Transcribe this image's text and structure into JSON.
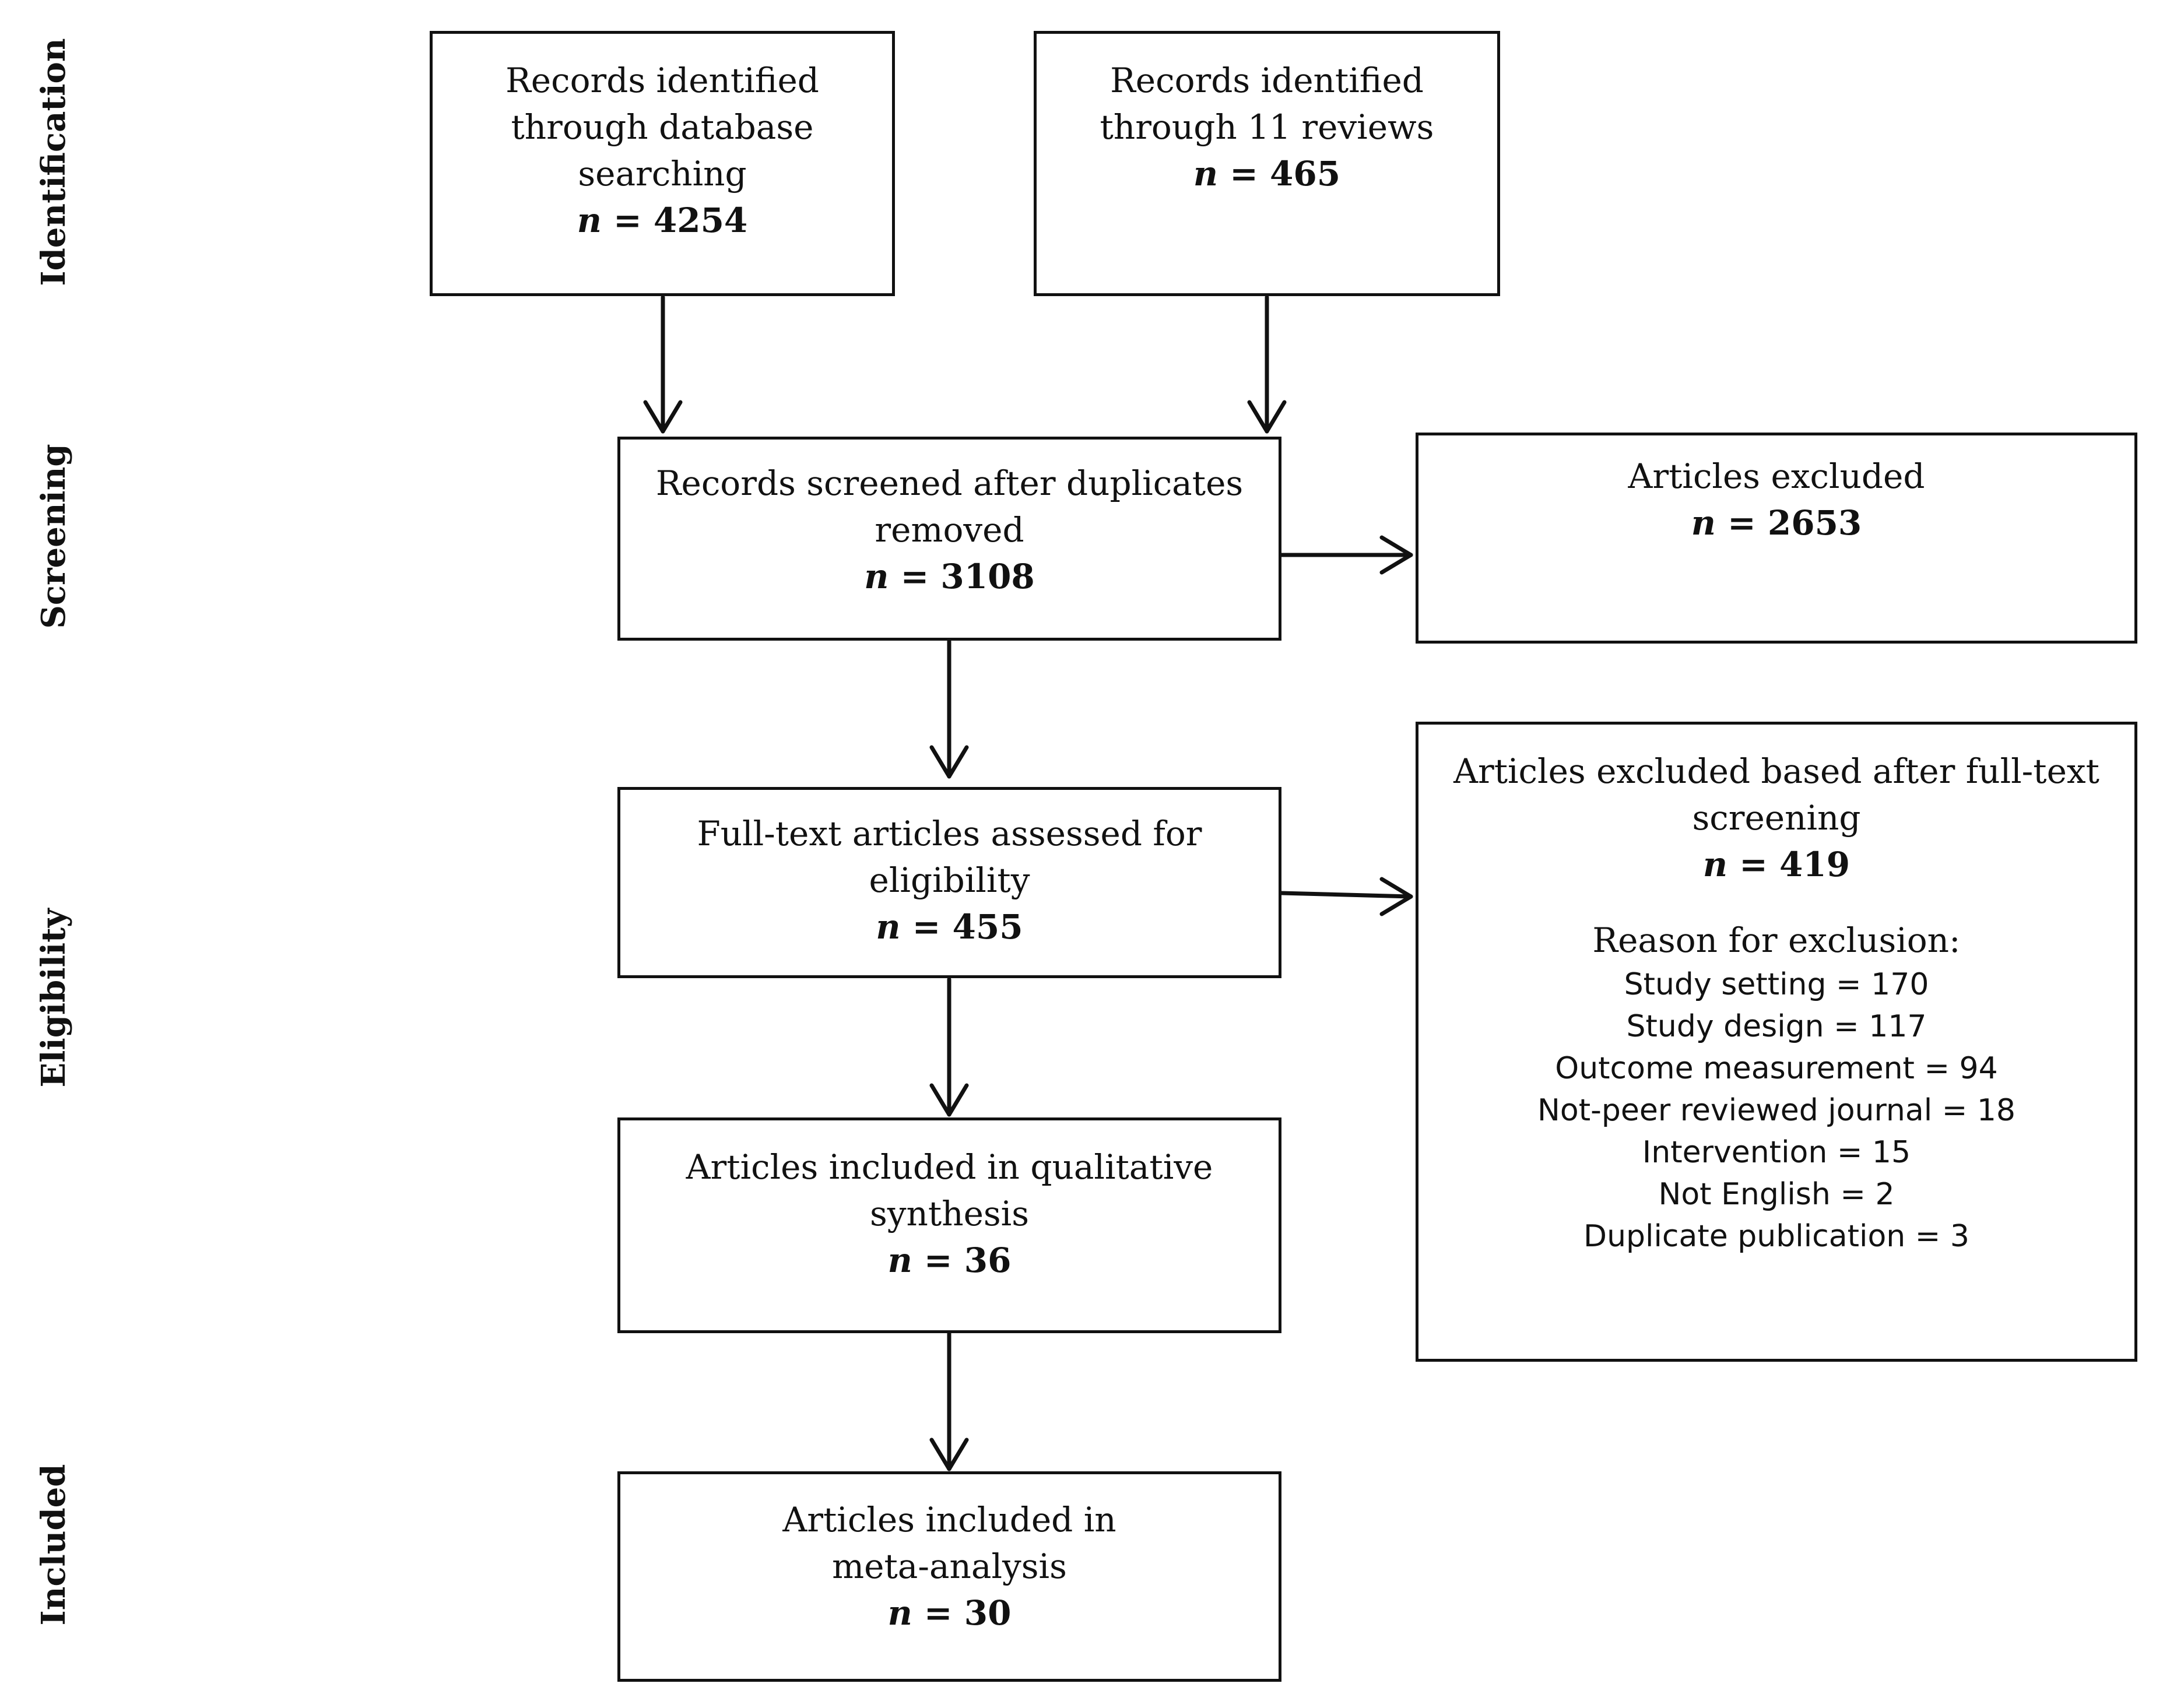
{
  "phases": {
    "identification": "Identification",
    "screening": "Screening",
    "eligibility": "Eligibility",
    "included": "Included"
  },
  "boxes": {
    "database": {
      "lines": [
        "Records identified",
        "through database",
        "searching"
      ],
      "n_label": "n",
      "n_value": " = 4254"
    },
    "reviews": {
      "lines": [
        "Records identified",
        "through 11 reviews"
      ],
      "n_label": "n",
      "n_value": " = 465"
    },
    "screened": {
      "lines": [
        "Records screened after duplicates",
        "removed"
      ],
      "n_label": "n",
      "n_value": " = 3108"
    },
    "excluded": {
      "lines": [
        "Articles excluded"
      ],
      "n_label": "n",
      "n_value": " = 2653"
    },
    "fulltext": {
      "lines": [
        "Full-text articles assessed for eligibility"
      ],
      "n_label": "n",
      "n_value": " = 455"
    },
    "excluded_fulltext": {
      "lines": [
        "Articles excluded based after full-text",
        "screening"
      ],
      "n_label": "n",
      "n_value": " = 419",
      "reason_title": "Reason for exclusion:",
      "reasons": [
        "Study setting = 170",
        "Study design = 117",
        "Outcome measurement = 94",
        "Not-peer reviewed journal = 18",
        "Intervention = 15",
        "Not English = 2",
        "Duplicate publication = 3"
      ]
    },
    "qualitative": {
      "lines": [
        "Articles included in qualitative",
        "synthesis"
      ],
      "n_label": "n",
      "n_value": " = 36"
    },
    "meta": {
      "lines": [
        "Articles included in",
        "meta-analysis"
      ],
      "n_label": "n",
      "n_value": " = 30"
    }
  }
}
